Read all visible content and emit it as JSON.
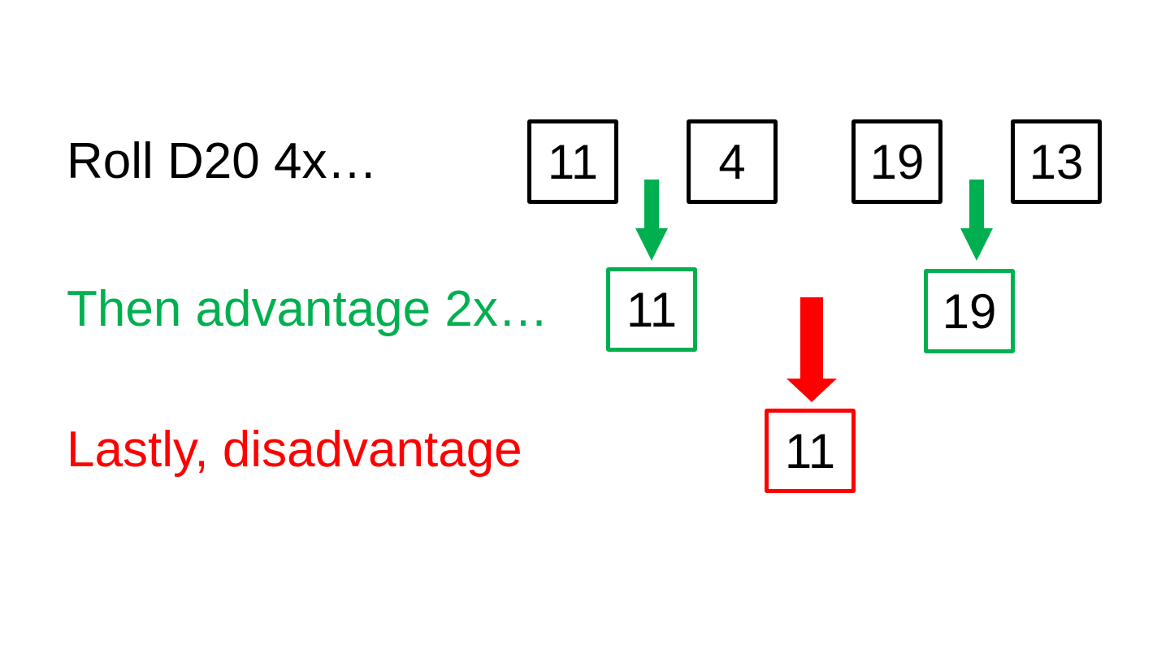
{
  "labels": {
    "roll": "Roll D20 4x…",
    "advantage": "Then advantage 2x…",
    "disadvantage": "Lastly, disadvantage"
  },
  "rolls": [
    "11",
    "4",
    "19",
    "13"
  ],
  "advantage_results": [
    "11",
    "19"
  ],
  "disadvantage_result": "11",
  "colors": {
    "roll": "#000000",
    "advantage": "#00b050",
    "disadvantage": "#ff0000"
  }
}
